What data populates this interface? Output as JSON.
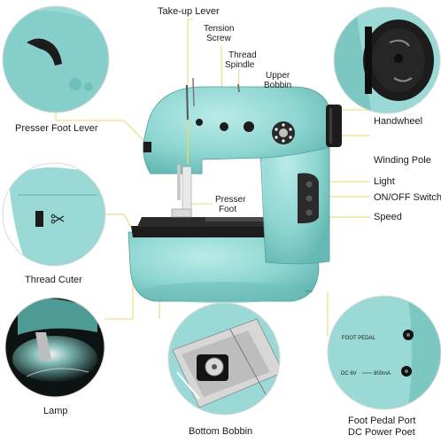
{
  "labels": {
    "take_up_lever": "Take-up Lever",
    "tension_screw_l1": "Tension",
    "tension_screw_l2": "Screw",
    "thread_spindle_l1": "Thread",
    "thread_spindle_l2": "Spindle",
    "upper_bobbin_l1": "Upper",
    "upper_bobbin_l2": "Bobbin",
    "handwheel": "Handwheel",
    "presser_foot_lever": "Presser Foot Lever",
    "winding_pole": "Winding Pole",
    "light": "Light",
    "on_off_switch": "ON/OFF Switch",
    "speed": "Speed",
    "presser_foot_l1": "Presser",
    "presser_foot_l2": "Foot",
    "thread_cutter": "Thread Cuter",
    "lamp": "Lamp",
    "bottom_bobbin": "Bottom Bobbin",
    "foot_pedal_port": "Foot Pedal Port",
    "dc_power_port": "DC Power Poet"
  },
  "inset_text": {
    "foot_pedal": "FOOT PEDAL",
    "dc": "DC 6V",
    "ma": "800mA"
  },
  "colors": {
    "body_teal": "#8fd6d2",
    "body_shadow": "#6fbfba",
    "accent_black": "#1c1c1c",
    "leader_yellow": "#e7d96a",
    "inset_border": "#d9d9d9"
  }
}
